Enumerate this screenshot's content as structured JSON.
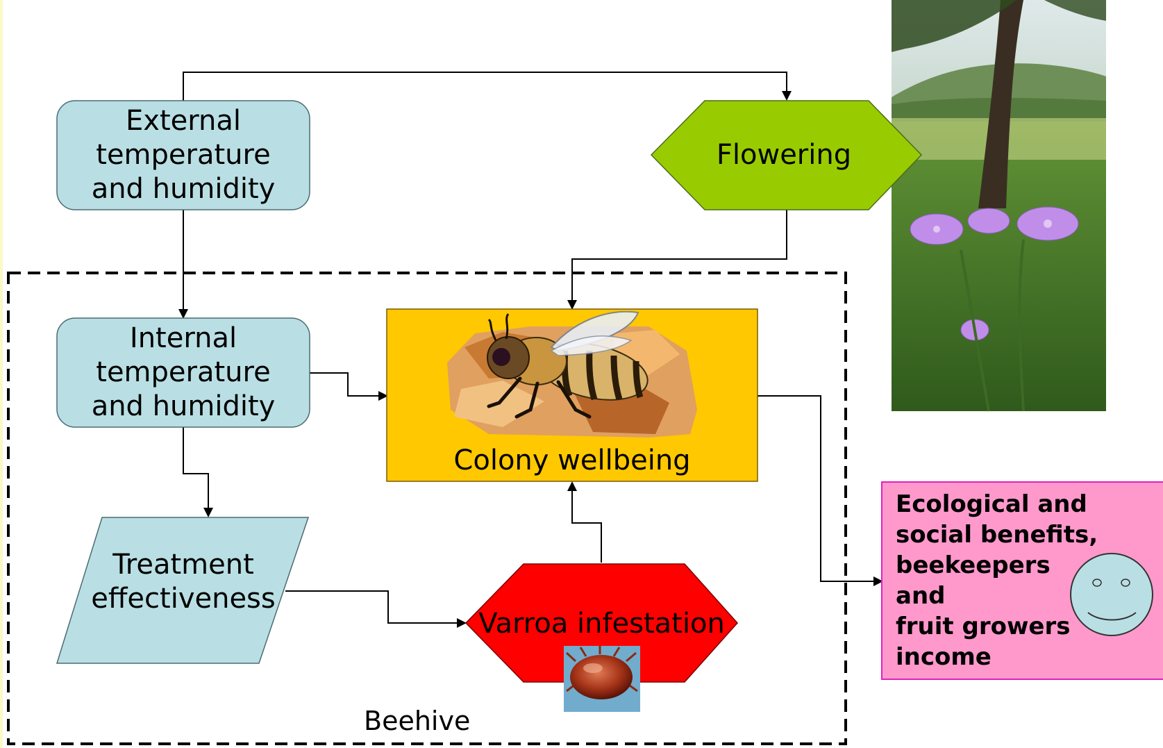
{
  "nodes": {
    "external": {
      "label_lines": [
        "External",
        "temperature",
        "and humidity"
      ]
    },
    "internal": {
      "label_lines": [
        "Internal",
        "temperature",
        "and humidity"
      ]
    },
    "treatment": {
      "label_lines": [
        "Treatment",
        "effectiveness"
      ]
    },
    "flowering": {
      "label": "Flowering"
    },
    "colony": {
      "label": "Colony wellbeing"
    },
    "varroa": {
      "label": "Varroa infestation"
    },
    "benefits": {
      "label_lines": [
        "Ecological and",
        "social benefits,",
        "beekeepers",
        "and",
        "fruit growers",
        "income"
      ]
    }
  },
  "container": {
    "label": "Beehive"
  },
  "colors": {
    "node_blue": "#b9dfe4",
    "flowering_green": "#99cc00",
    "colony_amber": "#ffc800",
    "varroa_red": "#ff0000",
    "benefits_pink": "#ff99cc",
    "benefits_border": "#e020c0",
    "smiley_blue": "#b9dfe4"
  },
  "icons": [
    "bee-illustration",
    "varroa-mite-photo",
    "meadow-tree-photo",
    "smiley-face-icon"
  ]
}
